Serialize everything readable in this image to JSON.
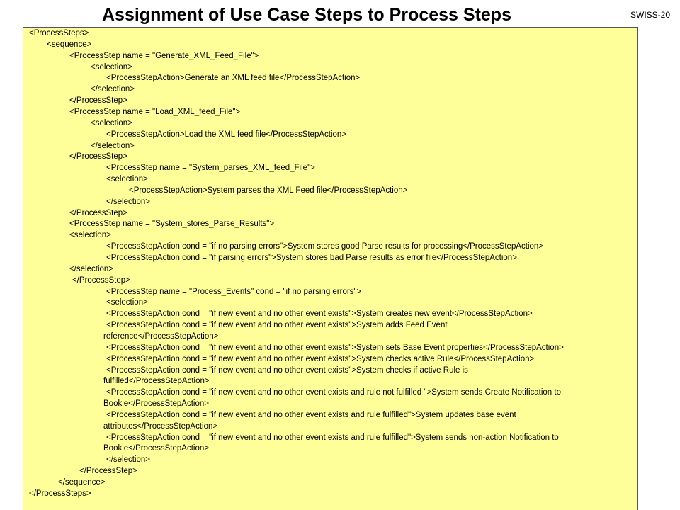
{
  "title": "Assignment of Use Case Steps to Process Steps",
  "slide_id": "SWISS-20",
  "code_lines": [
    "<ProcessSteps>",
    "<sequence>",
    "<ProcessStep name = \"Generate_XML_Feed_File\">",
    "<selection>",
    "<ProcessStepAction>Generate an XML feed file</ProcessStepAction>",
    "</selection>",
    "</ProcessStep>",
    "<ProcessStep name = \"Load_XML_feed_File\">",
    "<selection>",
    "<ProcessStepAction>Load the XML feed file</ProcessStepAction>",
    "</selection>",
    "</ProcessStep>",
    "<ProcessStep name = \"System_parses_XML_feed_File\">",
    "<selection>",
    "<ProcessStepAction>System parses the XML Feed file</ProcessStepAction>",
    "</selection>",
    "</ProcessStep>",
    "<ProcessStep name = \"System_stores_Parse_Results\">",
    "<selection>",
    "<ProcessStepAction cond = \"if no parsing errors\">System stores good Parse results for processing</ProcessStepAction>",
    "<ProcessStepAction cond = \"if parsing errors\">System stores bad Parse results as error file</ProcessStepAction>",
    "</selection>",
    "</ProcessStep>",
    "<ProcessStep name = \"Process_Events\" cond = \"if no parsing errors\">",
    "<selection>",
    "<ProcessStepAction cond = \"if new event and no other event exists\">System creates new event</ProcessStepAction>",
    "<ProcessStepAction cond = \"if new event and no other event exists\">System adds Feed Event",
    "reference</ProcessStepAction>",
    "<ProcessStepAction cond = \"if new event and no other event exists\">System sets Base Event properties</ProcessStepAction>",
    "<ProcessStepAction cond = \"if new event and no other event exists\">System checks active Rule</ProcessStepAction>",
    "<ProcessStepAction cond = \"if new event and no other event exists\">System checks if active Rule is",
    "fulfilled</ProcessStepAction>",
    "<ProcessStepAction cond = \"if new event and no other event exists and rule not fulfilled \">System sends Create Notification to",
    "Bookie</ProcessStepAction>",
    "<ProcessStepAction cond = \"if new event and no other event exists and rule fulfilled\">System updates base event",
    "attributes</ProcessStepAction>",
    "<ProcessStepAction cond = \"if new event and no other event exists and rule fulfilled\">System sends non-action Notification to",
    "Bookie</ProcessStepAction>",
    "</selection>",
    "</ProcessStep>",
    "</sequence>",
    "</ProcessSteps>"
  ]
}
